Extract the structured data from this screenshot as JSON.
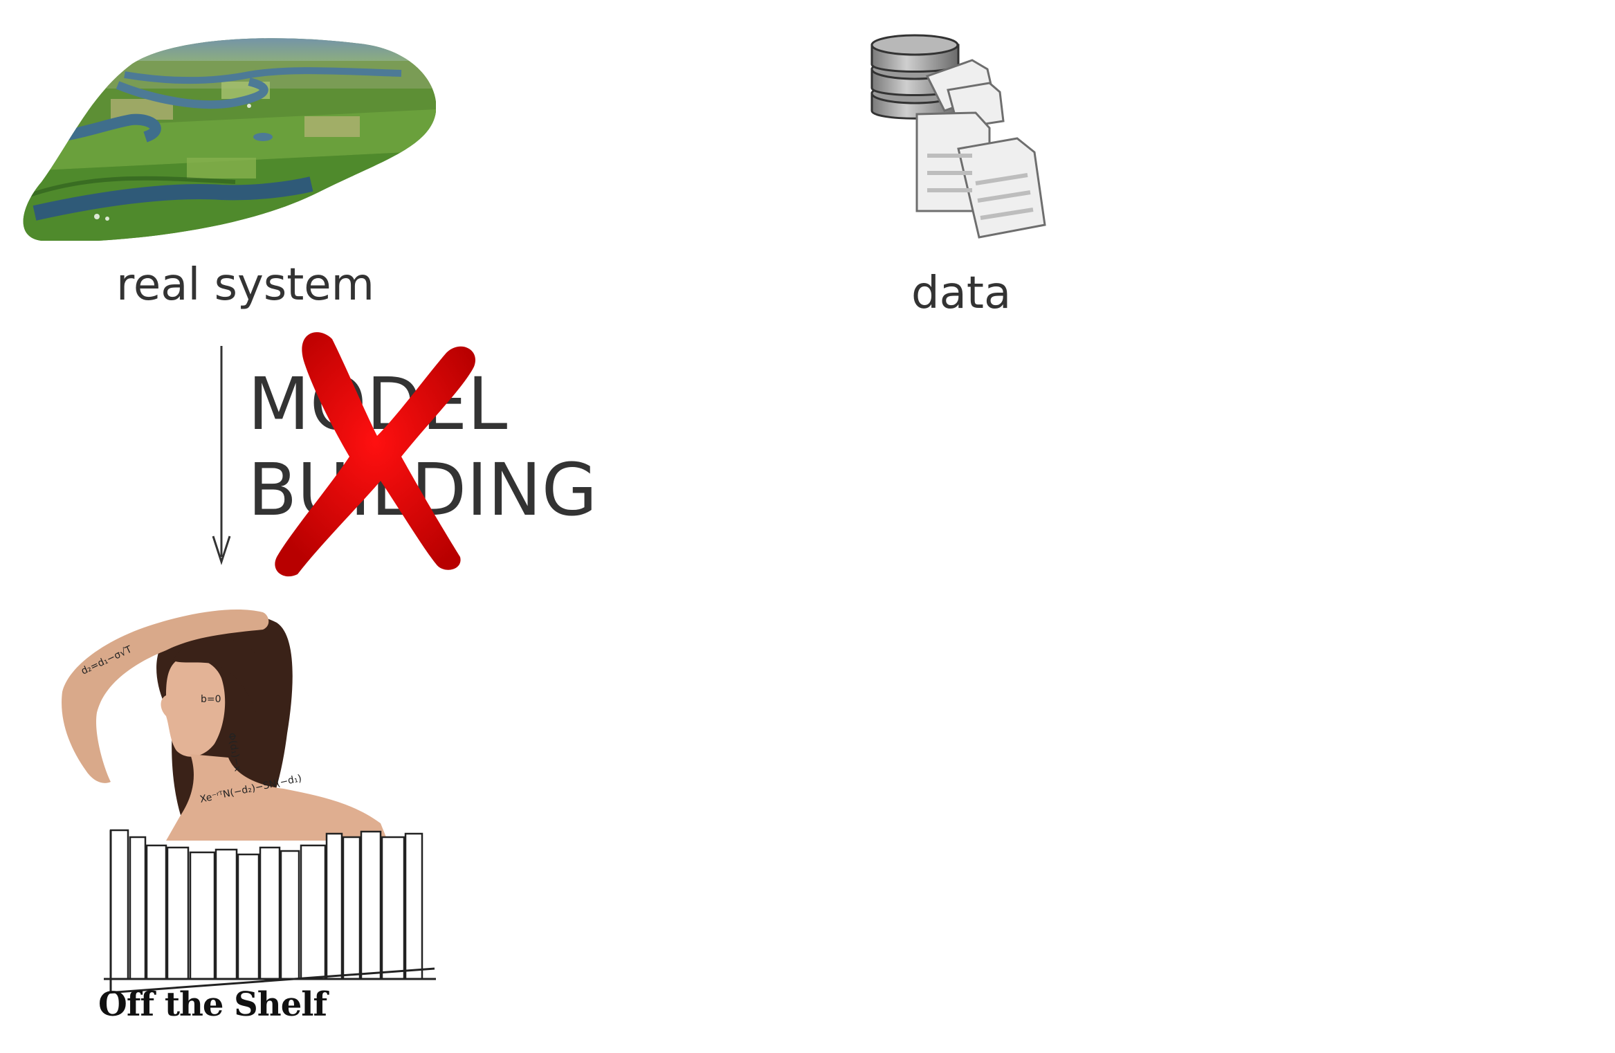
{
  "real_system": {
    "label": "real system",
    "icon": "landscape-photo"
  },
  "data_node": {
    "label": "data",
    "icon": "database-documents-icon"
  },
  "model_building": {
    "line1": "MODEL",
    "line2": "BUILDING",
    "crossed_out": true,
    "cross_color": "#e00000"
  },
  "off_the_shelf": {
    "label": "Off the Shelf",
    "icon": "woman-with-formulas-bookshelf"
  }
}
